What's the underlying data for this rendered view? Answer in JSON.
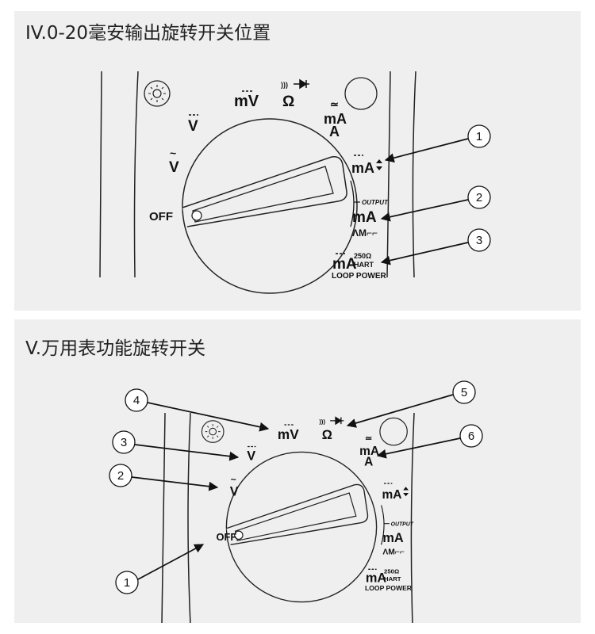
{
  "panel1": {
    "title": "IV.0-20毫安输出旋转开关位置",
    "meter": {
      "mv": "mV",
      "ohm": "Ω",
      "ma_a_top": "mA",
      "a": "A",
      "v_dc": "V",
      "v_ac": "V",
      "off": "OFF",
      "ma_updown": "mA",
      "output": "OUTPUT",
      "ma_sim": "mA",
      "waveforms": "ΛM⌐⌐",
      "ma_hart": "mA",
      "ohm250": "250Ω",
      "hart": "HART",
      "loop_power": "LOOP POWER"
    },
    "callouts": [
      "1",
      "2",
      "3"
    ]
  },
  "panel2": {
    "title": "V.万用表功能旋转开关",
    "meter": {
      "mv": "mV",
      "ohm": "Ω",
      "ma_a_top": "mA",
      "a": "A",
      "v_dc": "V",
      "v_ac": "V",
      "off": "OFF",
      "ma_updown": "mA",
      "output": "OUTPUT",
      "ma_sim": "mA",
      "waveforms": "ΛM⌐⌐",
      "ma_hart": "mA",
      "ohm250": "250Ω",
      "hart": "HART",
      "loop_power": "LOOP POWER"
    },
    "callouts": [
      "4",
      "5",
      "6",
      "3",
      "2",
      "1"
    ]
  }
}
